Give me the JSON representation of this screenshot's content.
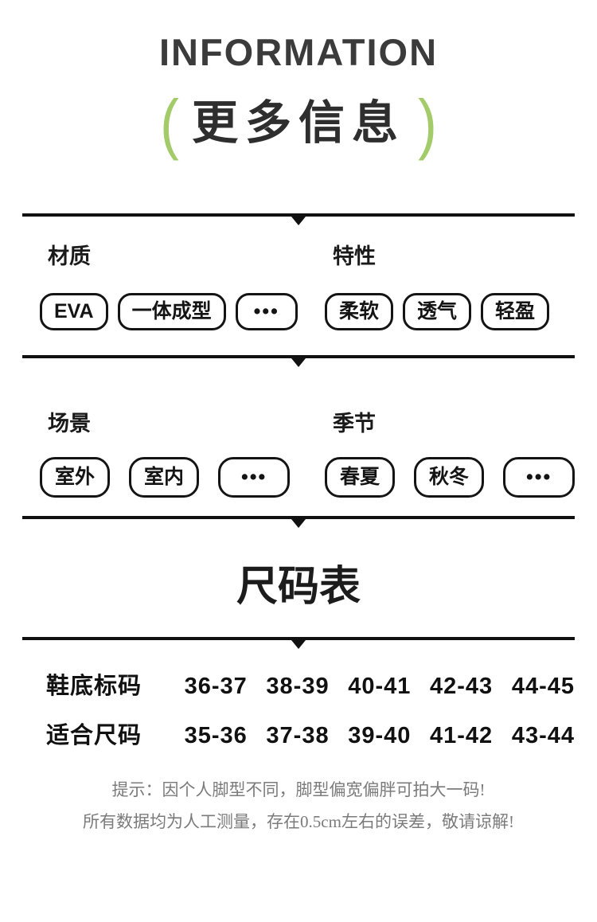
{
  "header": {
    "title": "INFORMATION",
    "subtitle": "更多信息",
    "paren_left": "(",
    "paren_right": ")",
    "accent_green": "#a3cb69",
    "title_color": "#3b3b3b"
  },
  "sections": [
    {
      "left": {
        "label": "材质",
        "pills": [
          "EVA",
          "一体成型",
          "•••"
        ]
      },
      "right": {
        "label": "特性",
        "pills": [
          "柔软",
          "透气",
          "轻盈"
        ]
      }
    },
    {
      "left": {
        "label": "场景",
        "pills": [
          "室外",
          "室内",
          "•••"
        ]
      },
      "right": {
        "label": "季节",
        "pills": [
          "春夏",
          "秋冬",
          "•••"
        ]
      }
    }
  ],
  "size_chart": {
    "title": "尺码表",
    "rows": [
      {
        "label": "鞋底标码",
        "values": [
          "36-37",
          "38-39",
          "40-41",
          "42-43",
          "44-45"
        ]
      },
      {
        "label": "适合尺码",
        "values": [
          "35-36",
          "37-38",
          "39-40",
          "41-42",
          "43-44"
        ]
      }
    ],
    "notes": [
      "提示：因个人脚型不同，脚型偏宽偏胖可拍大一码!",
      "所有数据均为人工测量，存在0.5cm左右的误差，敬请谅解!"
    ]
  }
}
